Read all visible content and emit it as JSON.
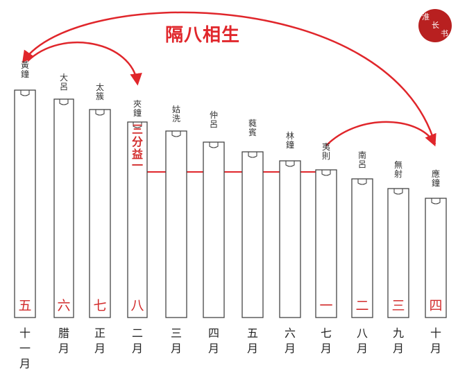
{
  "title": "隔八相生",
  "seal_chars": [
    "淮",
    "长",
    "书"
  ],
  "colors": {
    "accent": "#e0262b",
    "numeral": "#d22b2b",
    "pipe_stroke": "#444444"
  },
  "transfer_note": [
    "三",
    "分",
    "益",
    "一"
  ],
  "pipes": [
    {
      "name": "黃鐘",
      "number": "五",
      "month": "十一月"
    },
    {
      "name": "大呂",
      "number": "六",
      "month": "腊月"
    },
    {
      "name": "太簇",
      "number": "七",
      "month": "正月"
    },
    {
      "name": "夾鐘",
      "number": "八",
      "month": "二月"
    },
    {
      "name": "姑洗",
      "number": "",
      "month": "三月"
    },
    {
      "name": "仲呂",
      "number": "",
      "month": "四月"
    },
    {
      "name": "蕤賓",
      "number": "",
      "month": "五月"
    },
    {
      "name": "林鐘",
      "number": "",
      "month": "六月"
    },
    {
      "name": "夷則",
      "number": "一",
      "month": "七月"
    },
    {
      "name": "南呂",
      "number": "二",
      "month": "八月"
    },
    {
      "name": "無射",
      "number": "三",
      "month": "九月"
    },
    {
      "name": "應鐘",
      "number": "四",
      "month": "十月"
    }
  ]
}
